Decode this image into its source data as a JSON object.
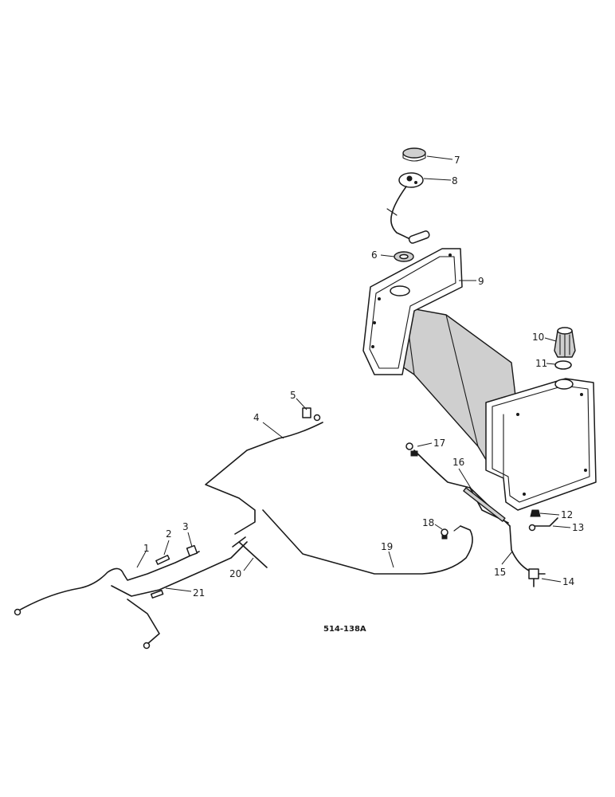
{
  "callouts": [
    {
      "id": "1",
      "label": "1"
    },
    {
      "id": "2",
      "label": "2"
    },
    {
      "id": "3",
      "label": "3"
    },
    {
      "id": "4",
      "label": "4"
    },
    {
      "id": "5",
      "label": "5"
    },
    {
      "id": "6",
      "label": "6"
    },
    {
      "id": "7",
      "label": "7"
    },
    {
      "id": "8",
      "label": "8"
    },
    {
      "id": "9",
      "label": "9"
    },
    {
      "id": "10",
      "label": "10"
    },
    {
      "id": "11",
      "label": "11"
    },
    {
      "id": "12",
      "label": "12"
    },
    {
      "id": "13",
      "label": "13"
    },
    {
      "id": "14",
      "label": "14"
    },
    {
      "id": "15",
      "label": "15"
    },
    {
      "id": "16",
      "label": "16"
    },
    {
      "id": "17",
      "label": "17"
    },
    {
      "id": "18",
      "label": "18"
    },
    {
      "id": "19",
      "label": "19"
    },
    {
      "id": "20",
      "label": "20"
    },
    {
      "id": "21",
      "label": "21"
    }
  ],
  "figure_ref": "514-138A",
  "colors": {
    "ink": "#1a1a1a",
    "background": "#ffffff"
  }
}
